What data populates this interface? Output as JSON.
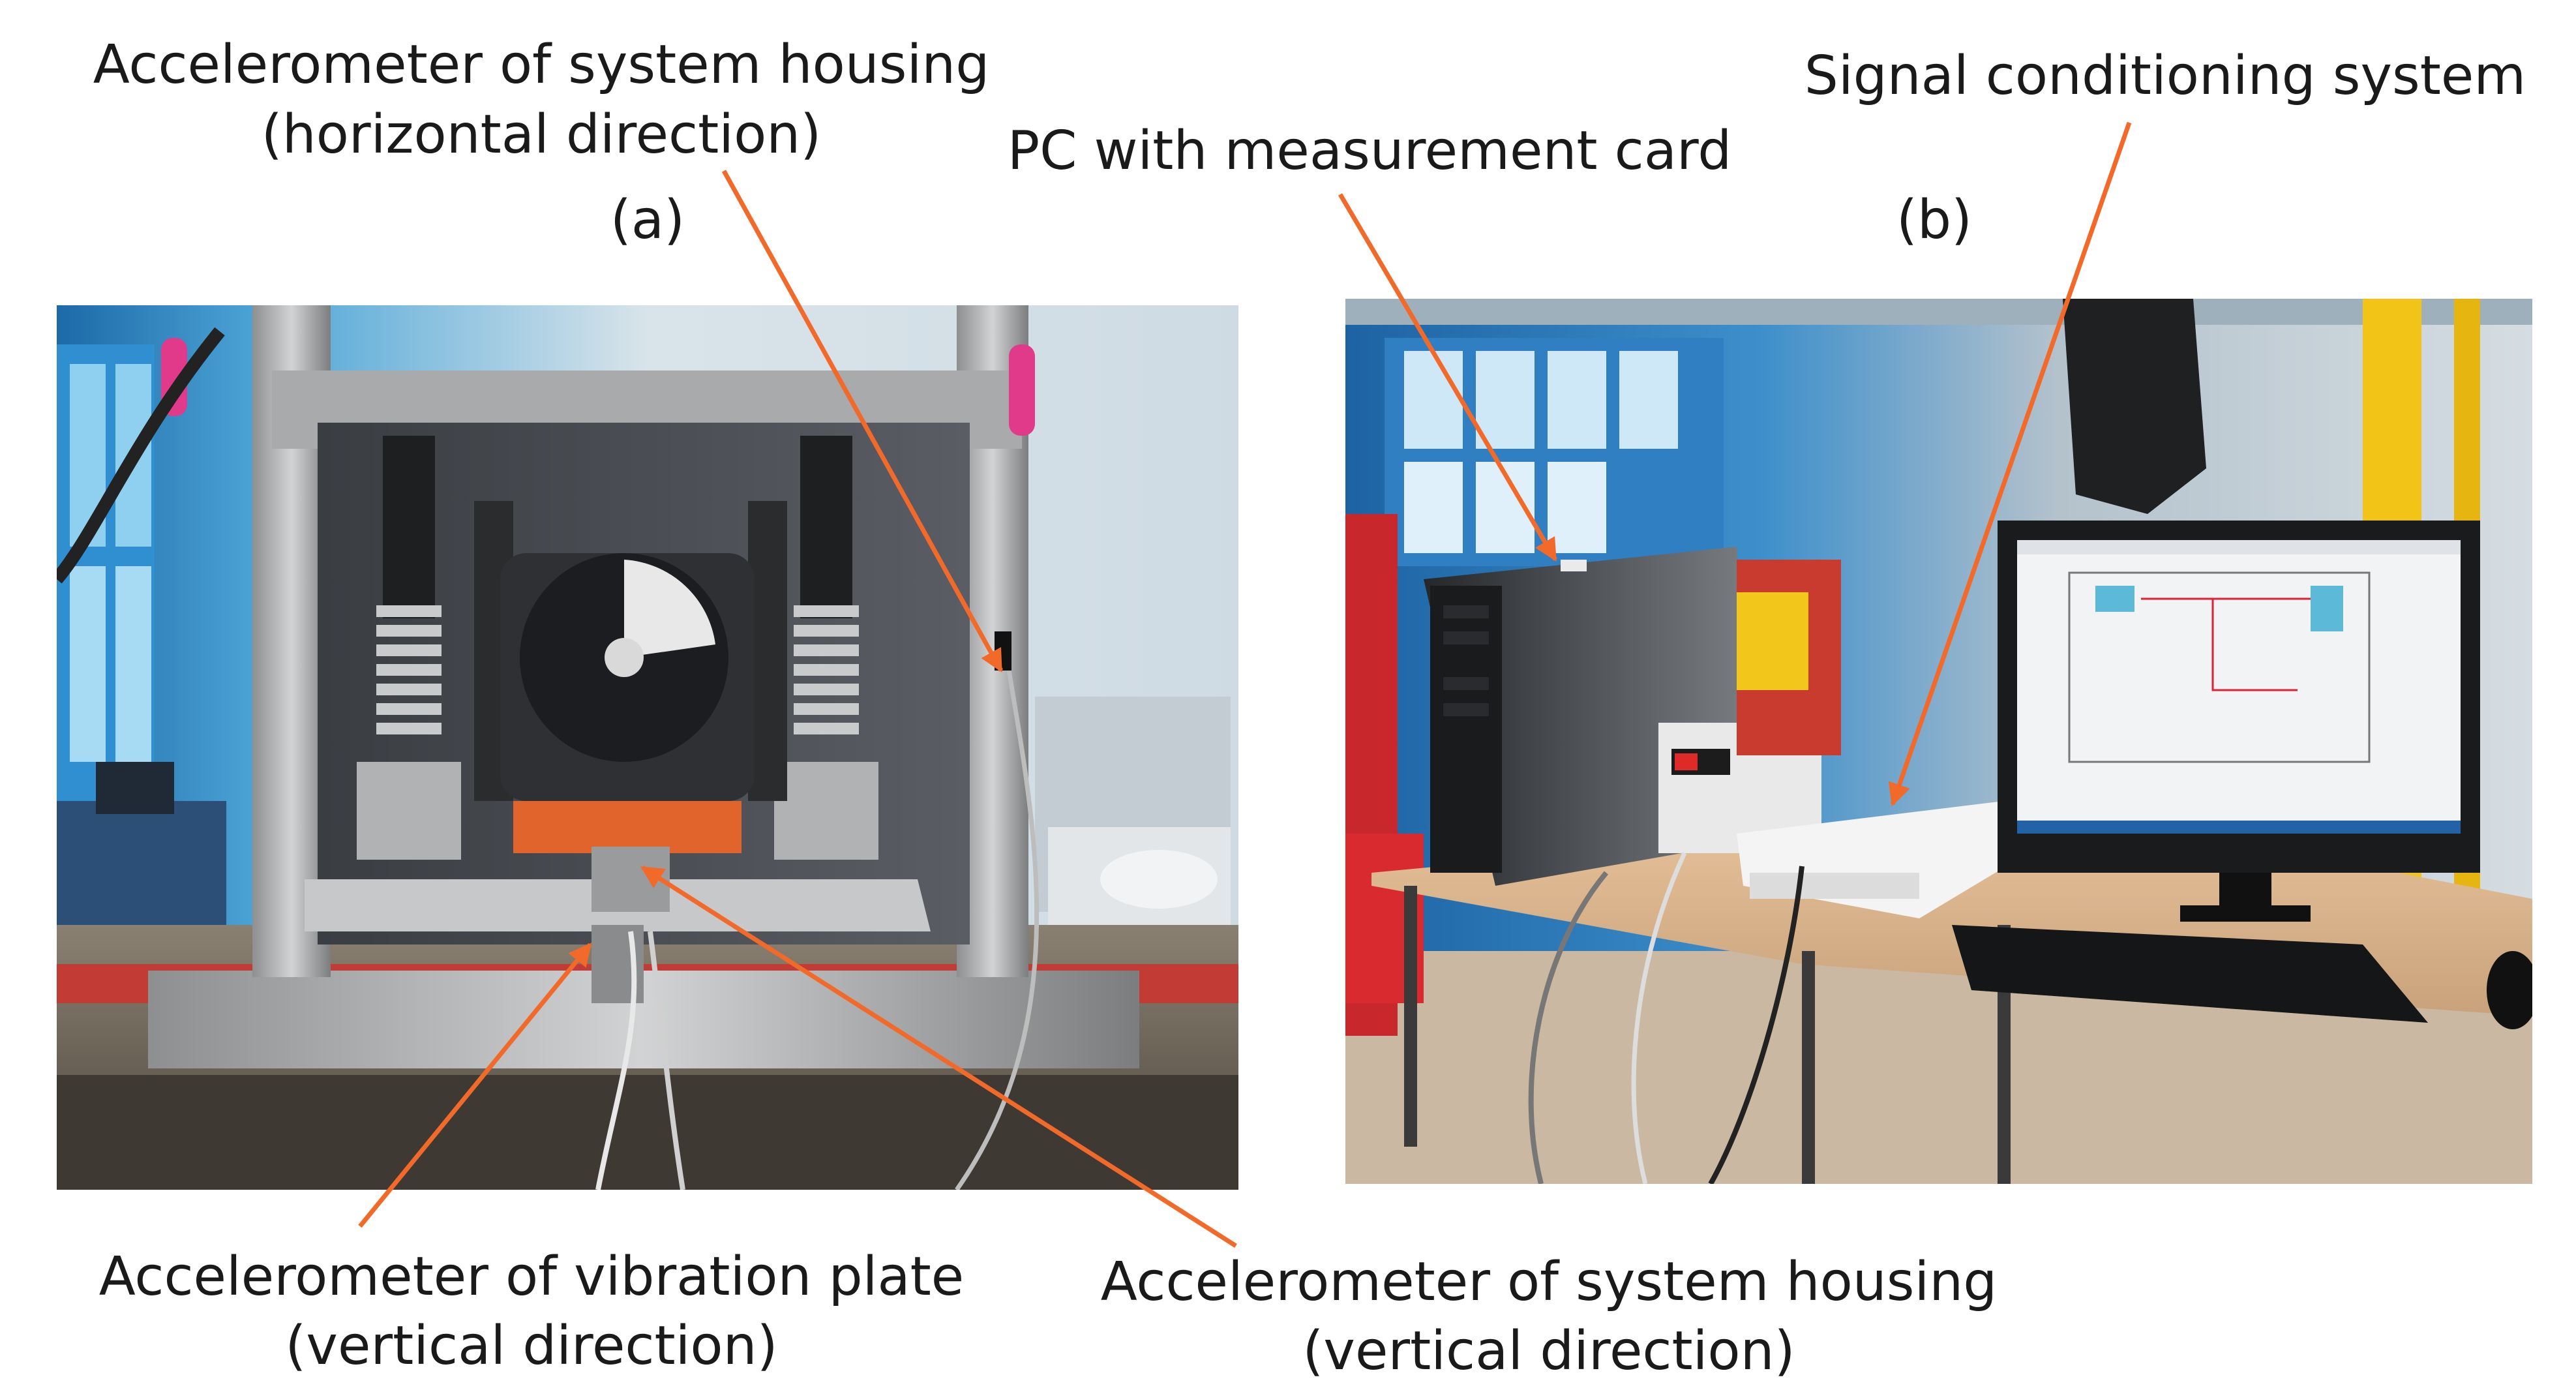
{
  "panel_a": {
    "letter": "(a)",
    "label_top_line1": "Accelerometer of system housing",
    "label_top_line2": "(horizontal direction)",
    "label_bottom_left_line1": "Accelerometer of vibration plate",
    "label_bottom_left_line2": "(vertical direction)",
    "label_bottom_right_line1": "Accelerometer of system housing",
    "label_bottom_right_line2": "(vertical direction)"
  },
  "panel_b": {
    "letter": "(b)",
    "label_pc": "PC with measurement card",
    "label_signal": "Signal conditioning system"
  },
  "colors": {
    "arrow": "#f26a2a",
    "text": "#1a1a1a"
  }
}
